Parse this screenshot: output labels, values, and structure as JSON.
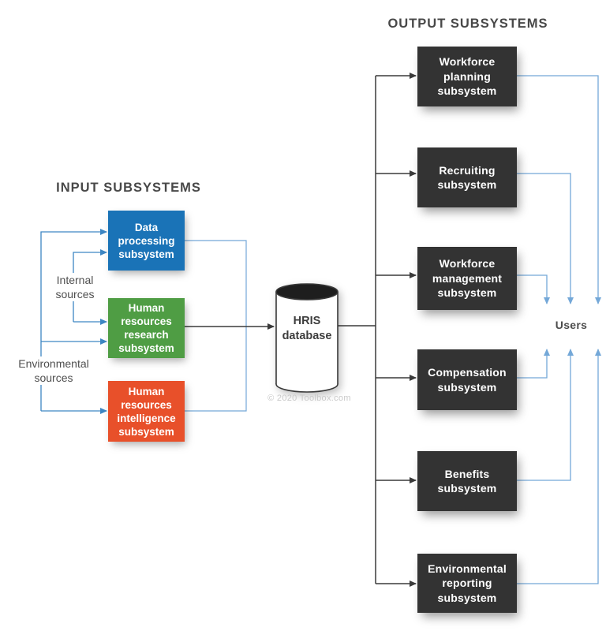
{
  "input_section": {
    "title": "INPUT SUBSYSTEMS",
    "source_labels": [
      {
        "label": "Internal\nsources"
      },
      {
        "label": "Environmental\nsources"
      }
    ],
    "subsystems": [
      {
        "label": "Data\nprocessing\nsubsystem",
        "color": "#1a73b7"
      },
      {
        "label": "Human\nresources\nresearch\nsubsystem",
        "color": "#4f9d44"
      },
      {
        "label": "Human\nresources\nintelligence\nsubsystem",
        "color": "#e8502a"
      }
    ]
  },
  "database": {
    "label": "HRIS\ndatabase"
  },
  "watermark": "© 2020 Toolbox.com",
  "output_section": {
    "title": "OUTPUT SUBSYSTEMS",
    "box_color": "#333333",
    "subsystems": [
      {
        "label": "Workforce\nplanning\nsubsystem"
      },
      {
        "label": "Recruiting\nsubsystem"
      },
      {
        "label": "Workforce\nmanagement\nsubsystem"
      },
      {
        "label": "Compensation\nsubsystem"
      },
      {
        "label": "Benefits\nsubsystem"
      },
      {
        "label": "Environmental\nreporting\nsubsystem"
      }
    ]
  },
  "users": {
    "label": "Users"
  },
  "colors": {
    "input_line": "#3d86c3",
    "bracket_line": "#74a8d8",
    "output_line": "#74a8d8",
    "dark_line": "#3a3a3a",
    "title_text": "#484848",
    "cylinder_top": "#1e1e1e"
  }
}
